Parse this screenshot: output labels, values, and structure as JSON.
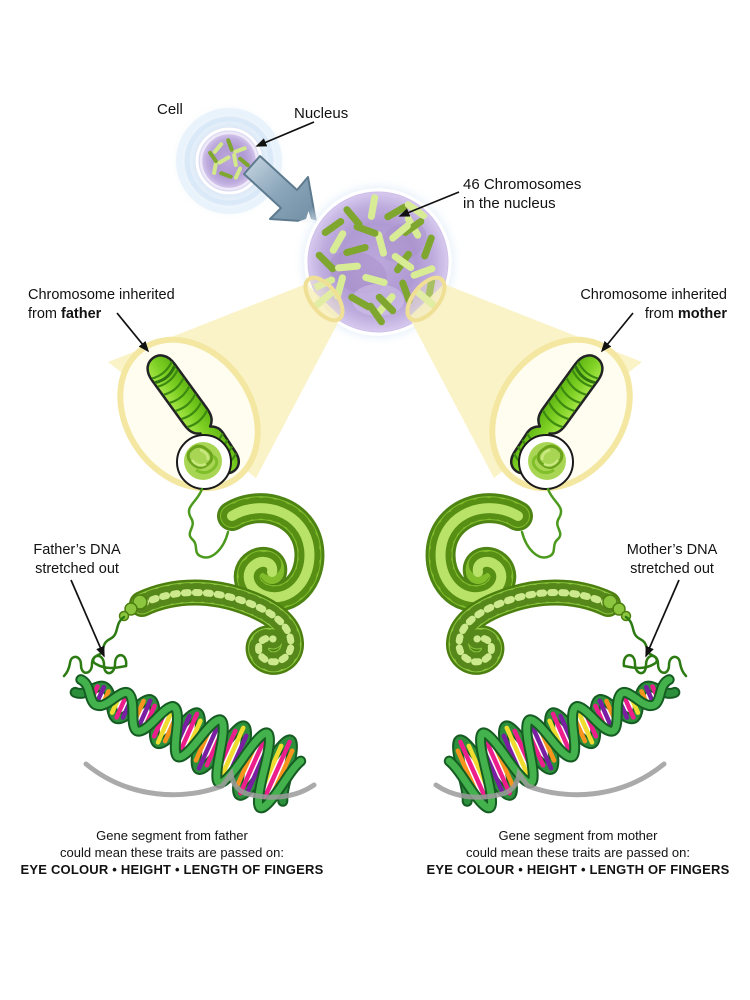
{
  "labels": {
    "cell": "Cell",
    "nucleus": "Nucleus",
    "chromosomes_note_line1": "46 Chromosomes",
    "chromosomes_note_line2": "in the nucleus",
    "left_inherit_line1": "Chromosome inherited",
    "left_inherit_prefix": "from ",
    "left_inherit_bold": "father",
    "right_inherit_line1": "Chromosome inherited",
    "right_inherit_prefix": "from ",
    "right_inherit_bold": "mother",
    "left_dna_line1": "Father’s DNA",
    "left_dna_line2": "stretched out",
    "right_dna_line1": "Mother’s DNA",
    "right_dna_line2": "stretched out"
  },
  "captions": {
    "left": {
      "line1": "Gene segment from father",
      "line2": "could mean these traits are passed on:",
      "line3": "EYE COLOUR • HEIGHT • LENGTH OF FINGERS"
    },
    "right": {
      "line1": "Gene segment from mother",
      "line2": "could mean these traits are passed on:",
      "line3": "EYE COLOUR • HEIGHT • LENGTH OF FINGERS"
    }
  },
  "palette": {
    "chromosome_green": "#7ccf22",
    "nucleus_purple": "#b09ad3",
    "cell_glow_blue": "#cfe2f5",
    "spotlight_yellow": "#f9f1bd",
    "dna_ribbon_green": "#43b14c",
    "rung_orange": "#f7941d",
    "rung_magenta": "#ec1e8c",
    "rung_purple": "#7a1fa2",
    "rung_yellow": "#f0dc2e",
    "swoosh_gray": "#9b9b9b",
    "arrow_steel_blue": "#8ba6ba"
  }
}
